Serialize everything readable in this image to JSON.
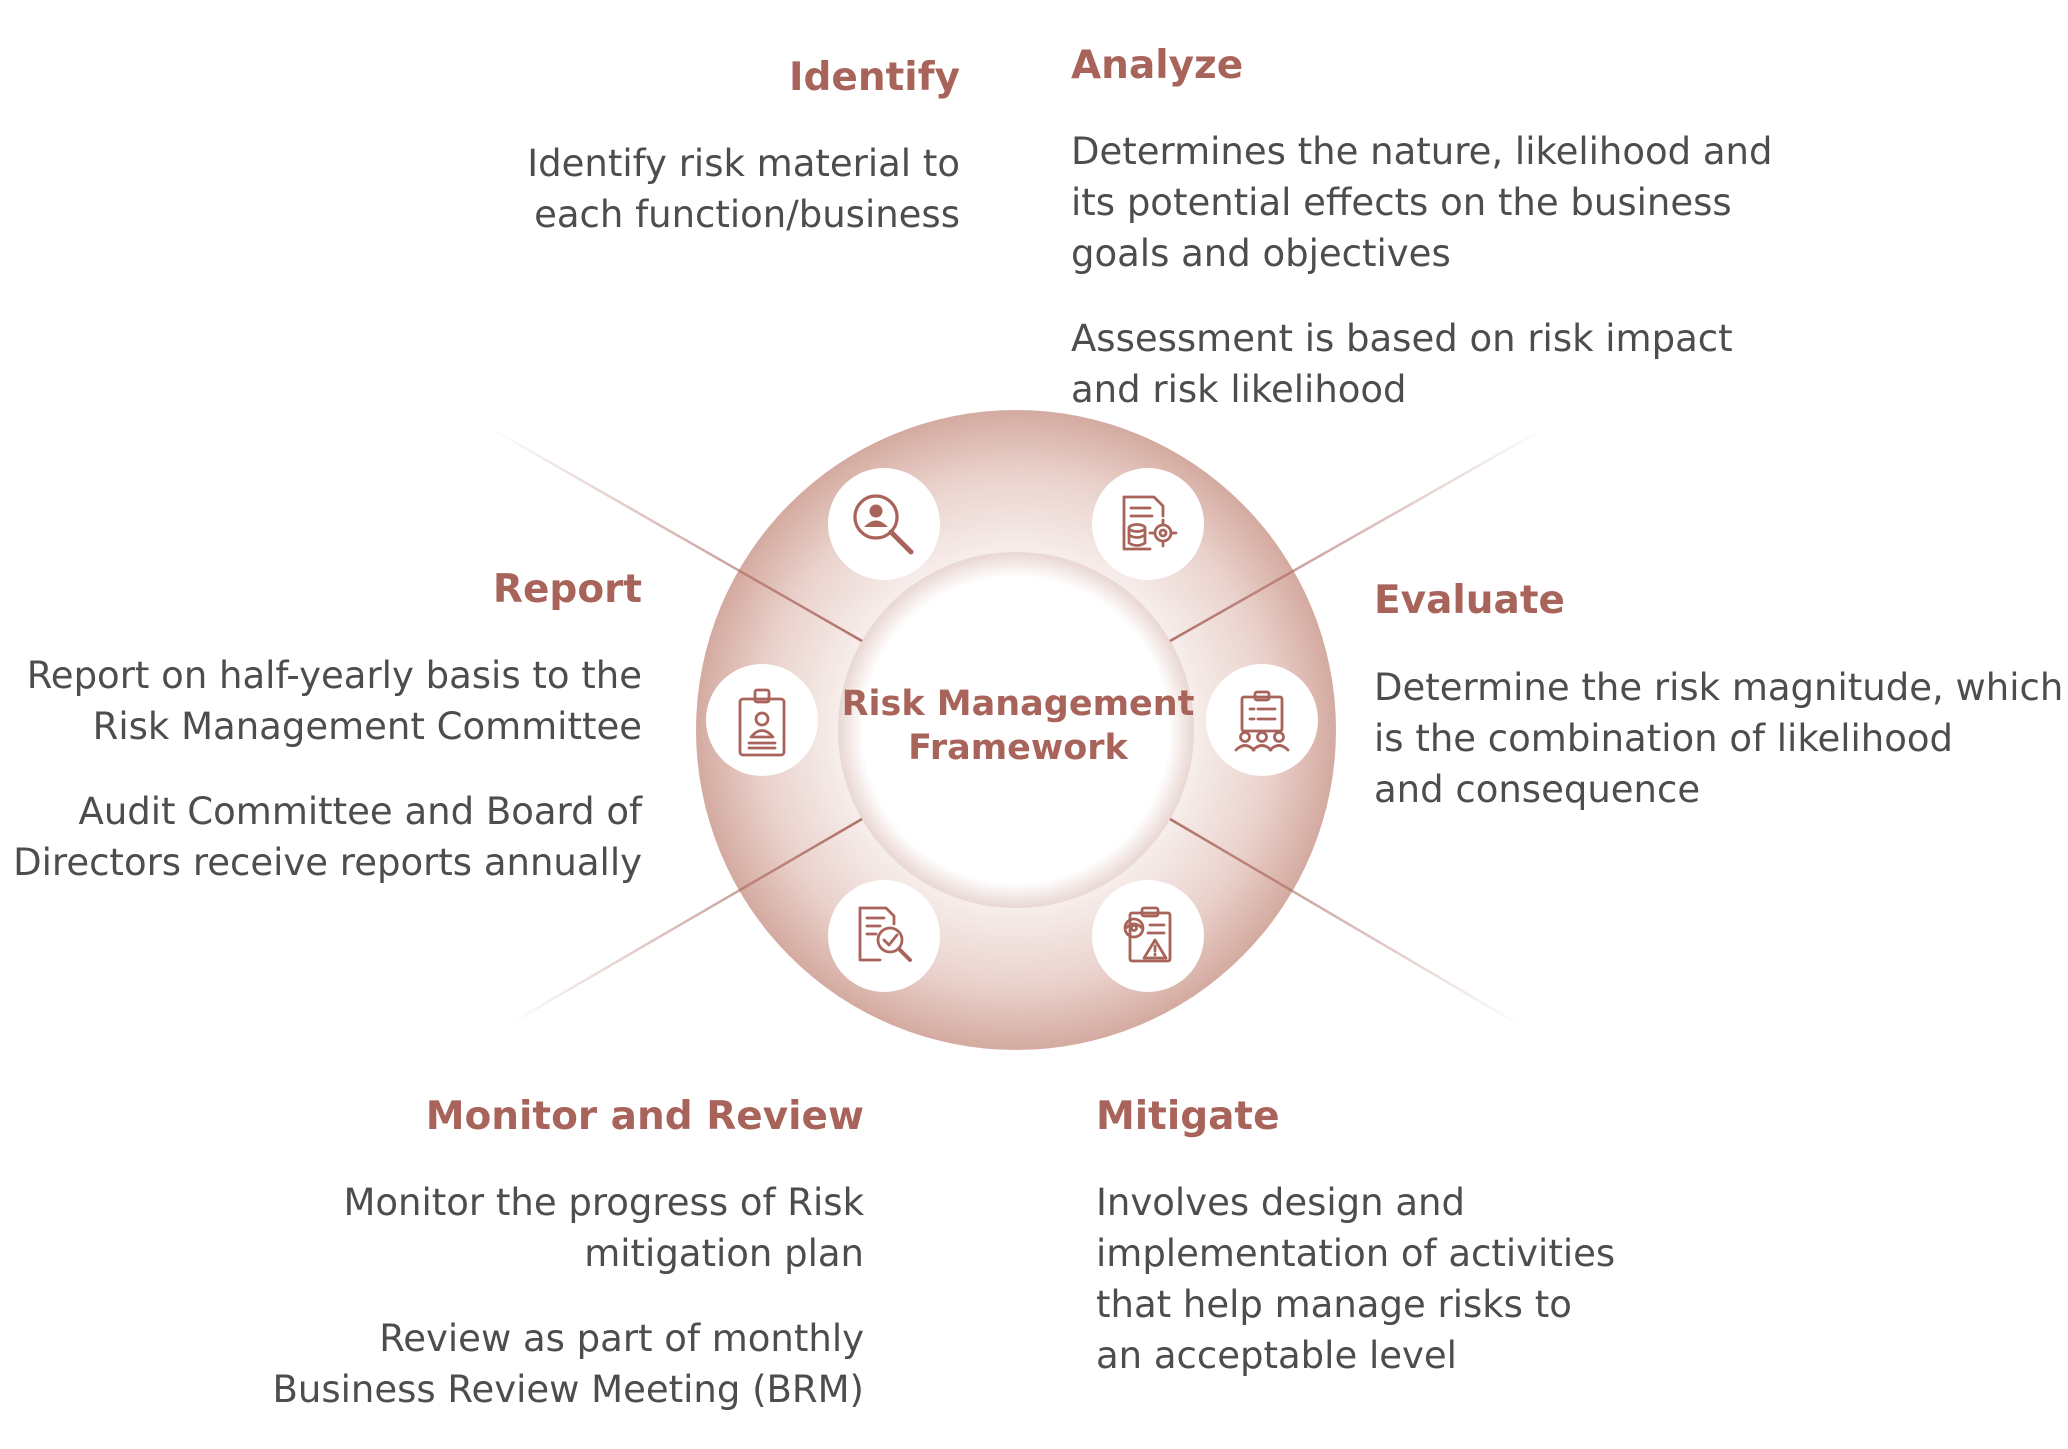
{
  "center": {
    "line1": "Risk Management",
    "line2": "Framework"
  },
  "colors": {
    "accent": "#a8645a",
    "ring": "#d9b3aa",
    "text": "#4d4d4d"
  },
  "steps": {
    "identify": {
      "title": "Identify",
      "icon": "person-search-icon",
      "paragraphs": [
        "Identify risk material to\neach function/business"
      ]
    },
    "analyze": {
      "title": "Analyze",
      "icon": "document-settings-icon",
      "paragraphs": [
        "Determines the nature, likelihood and\nits potential effects on the business\ngoals and objectives",
        "Assessment is based on risk impact\nand risk likelihood"
      ]
    },
    "evaluate": {
      "title": "Evaluate",
      "icon": "clipboard-team-icon",
      "paragraphs": [
        "Determine the risk magnitude, which\n is the combination of likelihood\nand consequence"
      ]
    },
    "mitigate": {
      "title": "Mitigate",
      "icon": "clipboard-warning-icon",
      "paragraphs": [
        "Involves design and\nimplementation of activities\nthat help manage risks to\nan acceptable level"
      ]
    },
    "monitor": {
      "title": "Monitor and Review",
      "icon": "document-check-icon",
      "paragraphs": [
        "Monitor the progress of Risk\nmitigation plan",
        "Review as part of monthly\nBusiness Review Meeting (BRM)"
      ]
    },
    "report": {
      "title": "Report",
      "icon": "id-badge-icon",
      "paragraphs": [
        "Report on half-yearly basis to the\nRisk Management Committee",
        "Audit Committee and Board of\nDirectors receive reports annually"
      ]
    }
  }
}
